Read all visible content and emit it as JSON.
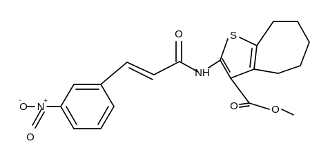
{
  "molecule": {
    "atoms": {
      "oxygen_nitro_left": "O",
      "charge_minus": "-",
      "nitrogen_nitro": "N",
      "charge_plus": "+",
      "oxygen_nitro_bottom": "O",
      "oxygen_amide": "O",
      "nitrogen_amide": "NH",
      "sulfur": "S",
      "oxygen_ester_carbonyl": "O",
      "oxygen_ester_single": "O"
    }
  }
}
